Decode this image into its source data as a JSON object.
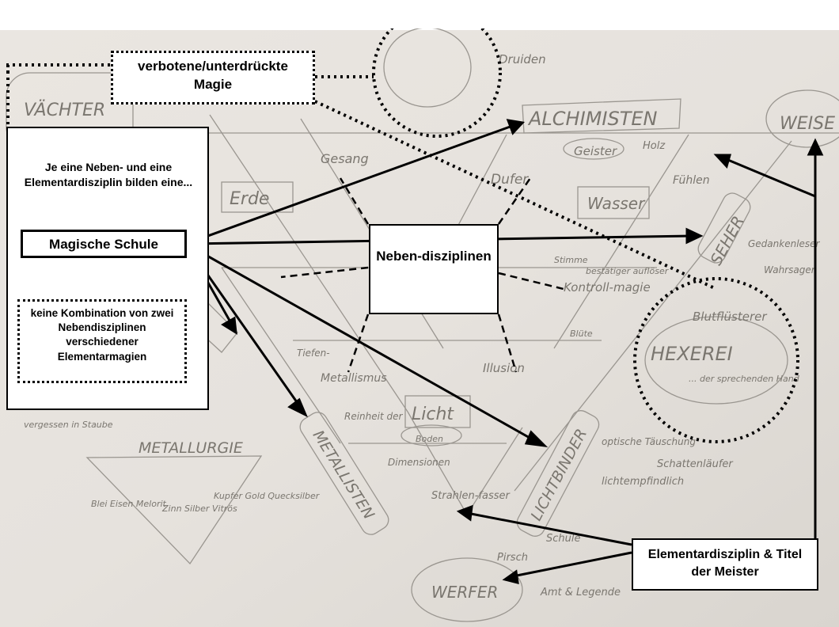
{
  "sketch": {
    "labels": {
      "waechter": "VÄCHTER",
      "druiden": "Druiden",
      "alchimisten": "ALCHIMISTEN",
      "weise": "WEISE",
      "seher": "SEHER",
      "hexerei": "HEXEREI",
      "metallisten": "METALLISTEN",
      "lichtbinder": "LICHTBINDER",
      "werfer": "WERFER",
      "metallurgie": "METALLURGIE",
      "erde": "Erde",
      "wasser": "Wasser",
      "licht": "Licht",
      "gesang": "Gesang",
      "dufer": "Dufer",
      "geister": "Geister",
      "holz": "Holz",
      "fuehlen": "Fühlen",
      "kontrollmagie": "Kontroll-magie",
      "blutfluesterer": "Blutflüsterer",
      "der_sprechende_hand": "... der sprechenden Hand",
      "metallismus": "Metallismus",
      "illusion": "Illusion",
      "strahlenfasser": "Strahlen-fasser",
      "gedankenleser": "Gedankenleser",
      "wahrsager": "Wahrsager",
      "schule": "Schule",
      "amt_legende": "Amt & Legende",
      "schattenlaeufer": "Schattenläufer",
      "lichtempfindlich": "lichtempfindlich",
      "metals_left": "Blei Eisen Melorit",
      "metals_mid": "Zinn Silber Vitrös",
      "metals_right": "Kupfer Gold Quecksilber",
      "bodm": "Boden",
      "pirsch": "Pirsch",
      "vergessen": "vergessen in Staube",
      "tiefen": "Tiefen-",
      "reinheit": "Reinheit der",
      "dimensionen": "Dimensionen",
      "stimme": "Stimme",
      "bestaetiger": "bestätiger auflöser",
      "bluetter": "Blüte",
      "optische": "optische Täuschung"
    }
  },
  "annotations": {
    "forbidden_magic": "verbotene/unterdrückte Magie",
    "side_panel_text": "Je eine Neben- und eine Elementardisziplin bilden eine...",
    "magic_school": "Magische Schule",
    "no_combination": "keine Kombination von zwei Nebendisziplinen verschiedener Elementarmagien",
    "sub_disciplines": "Neben-disziplinen",
    "element_discipline": "Elementardisziplin & Titel der Meister"
  }
}
